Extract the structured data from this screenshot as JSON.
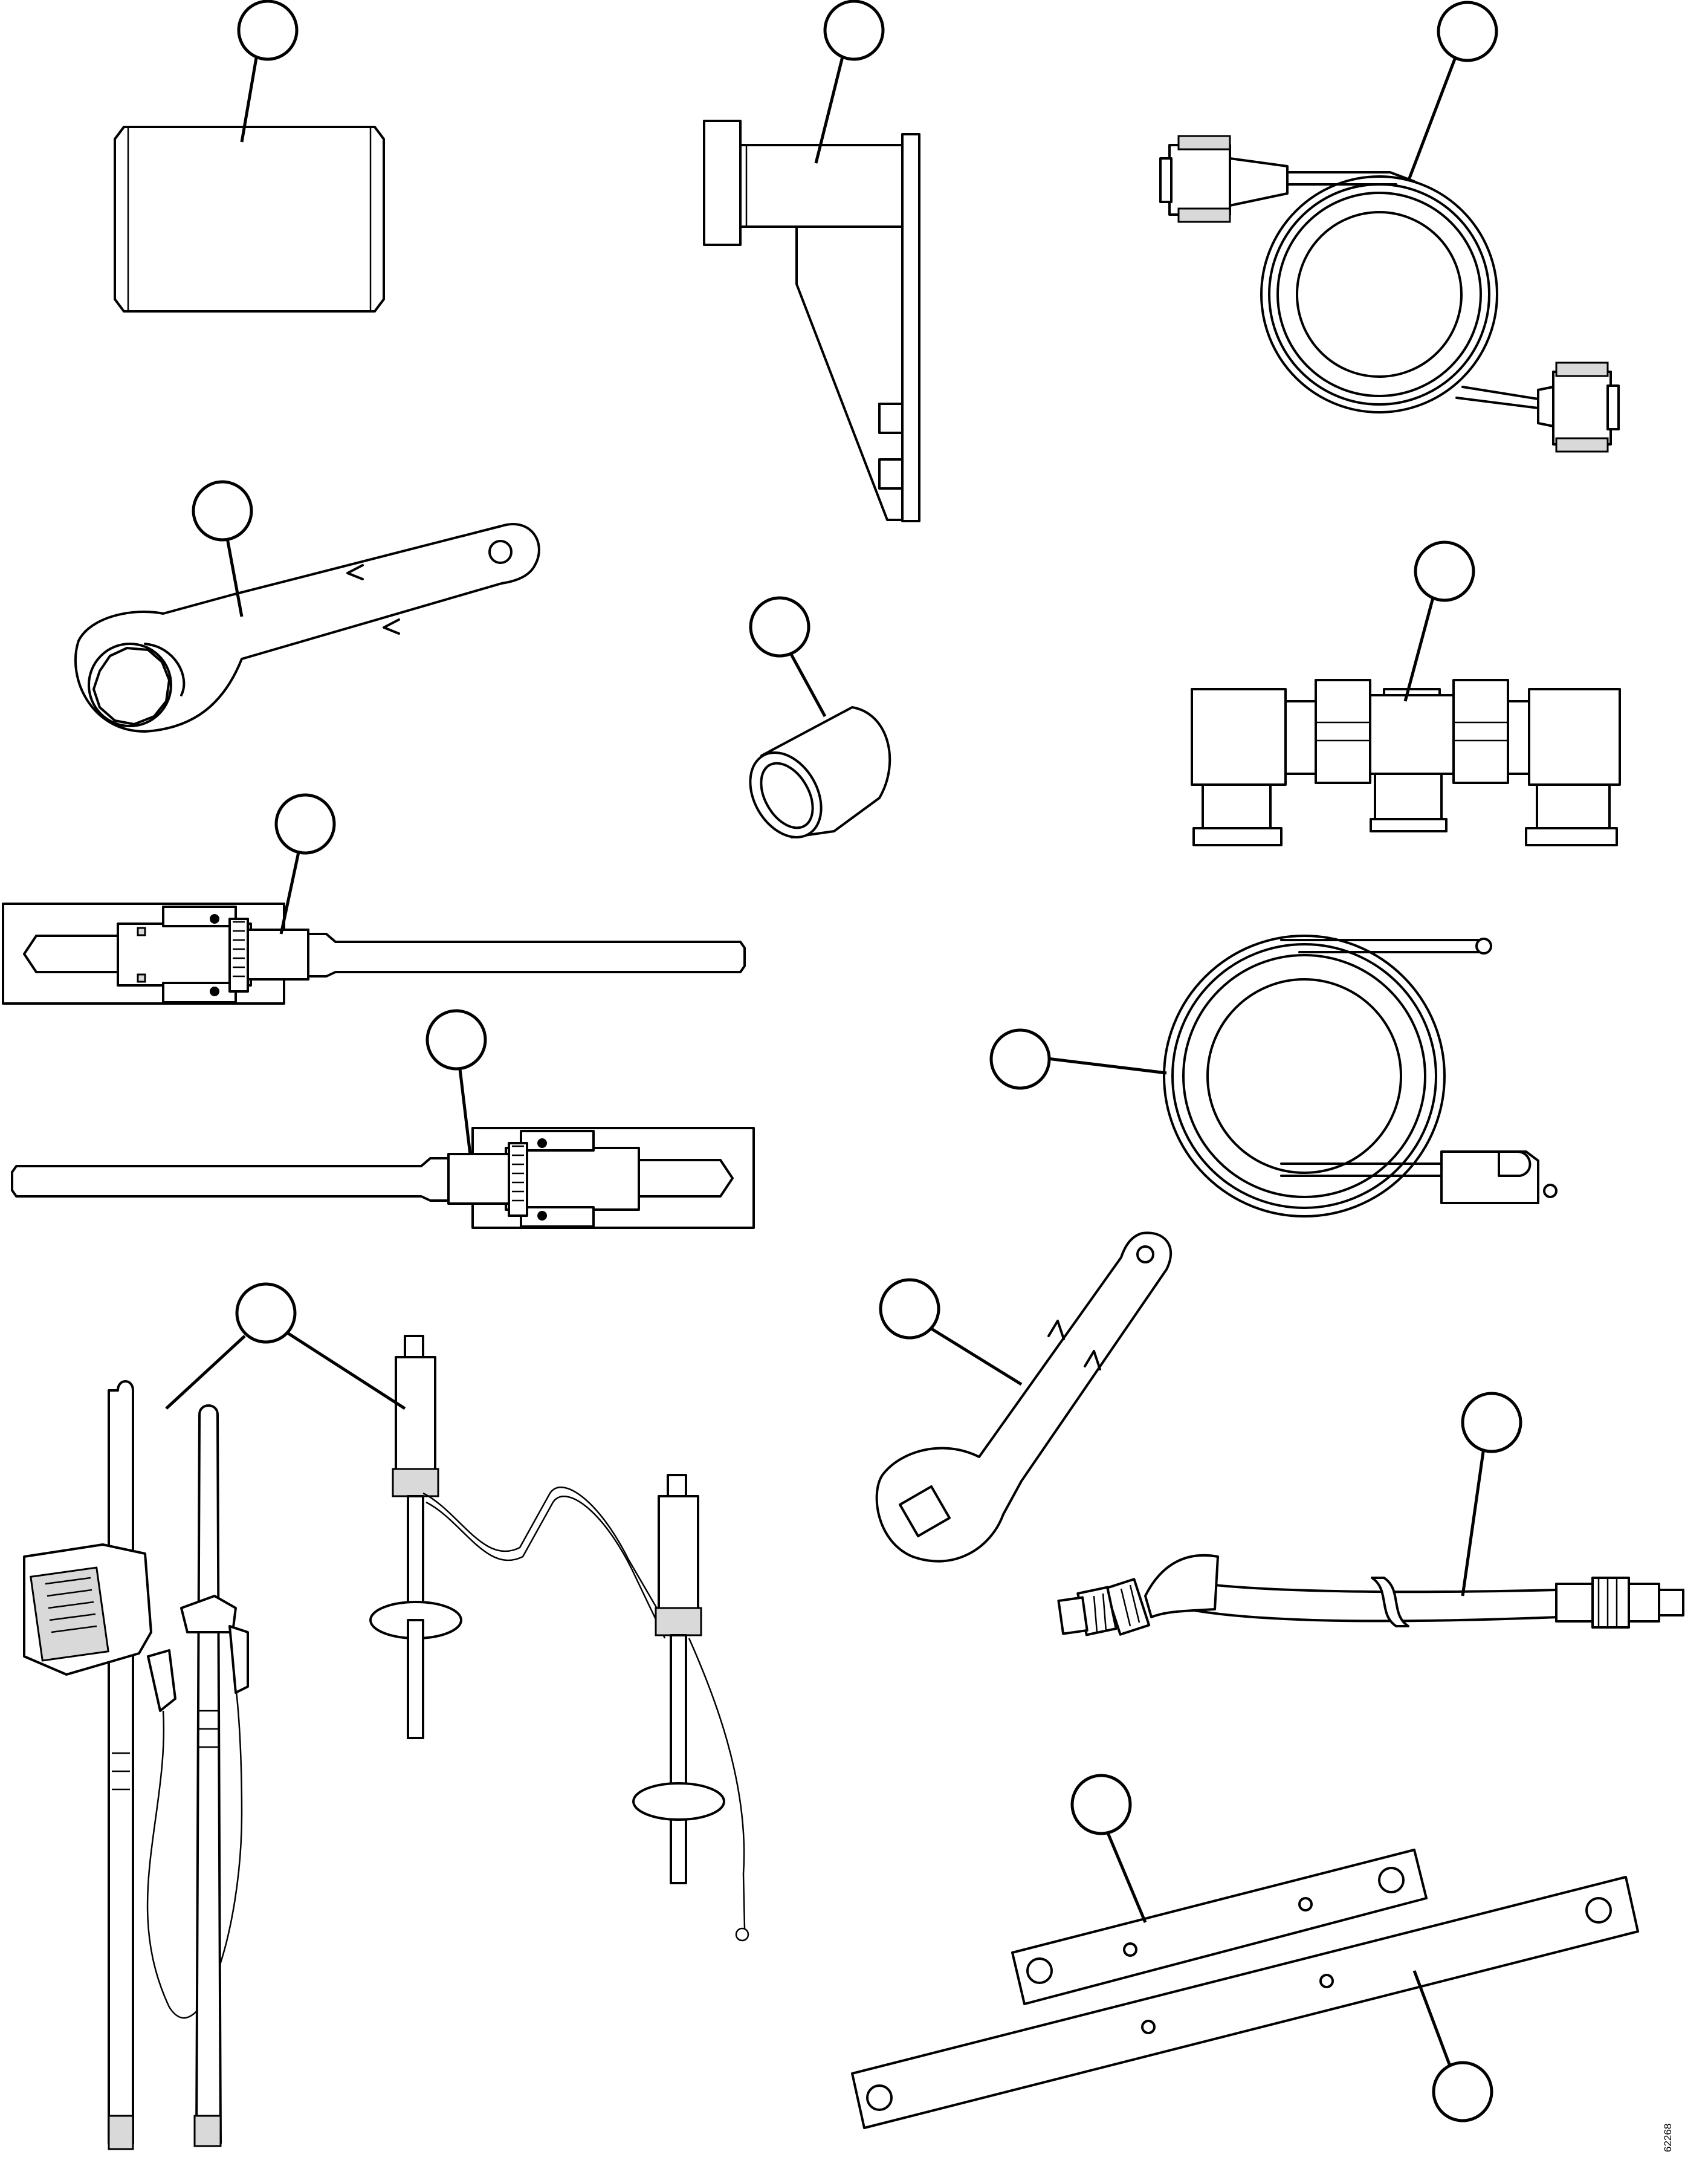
{
  "figure": {
    "drawing_number": "62268",
    "items": [
      {
        "id": "block",
        "icon": "rectangular-block-icon"
      },
      {
        "id": "bracket",
        "icon": "mounting-bracket-icon"
      },
      {
        "id": "serial-cable",
        "icon": "serial-cable-icon"
      },
      {
        "id": "ring-wrench",
        "icon": "ring-wrench-icon"
      },
      {
        "id": "bushing",
        "icon": "bushing-icon"
      },
      {
        "id": "tee-fitting",
        "icon": "tee-fitting-icon"
      },
      {
        "id": "probe-tool-upper",
        "icon": "probe-tool-icon"
      },
      {
        "id": "probe-tool-lower",
        "icon": "probe-tool-icon"
      },
      {
        "id": "coiled-tube",
        "icon": "coiled-tube-icon"
      },
      {
        "id": "square-socket-wrench",
        "icon": "square-wrench-icon"
      },
      {
        "id": "sensor-probes",
        "icon": "sensor-probe-icon"
      },
      {
        "id": "hose-assembly",
        "icon": "hose-icon"
      },
      {
        "id": "plate-short",
        "icon": "flat-plate-icon"
      },
      {
        "id": "plate-long",
        "icon": "flat-plate-icon"
      }
    ]
  }
}
